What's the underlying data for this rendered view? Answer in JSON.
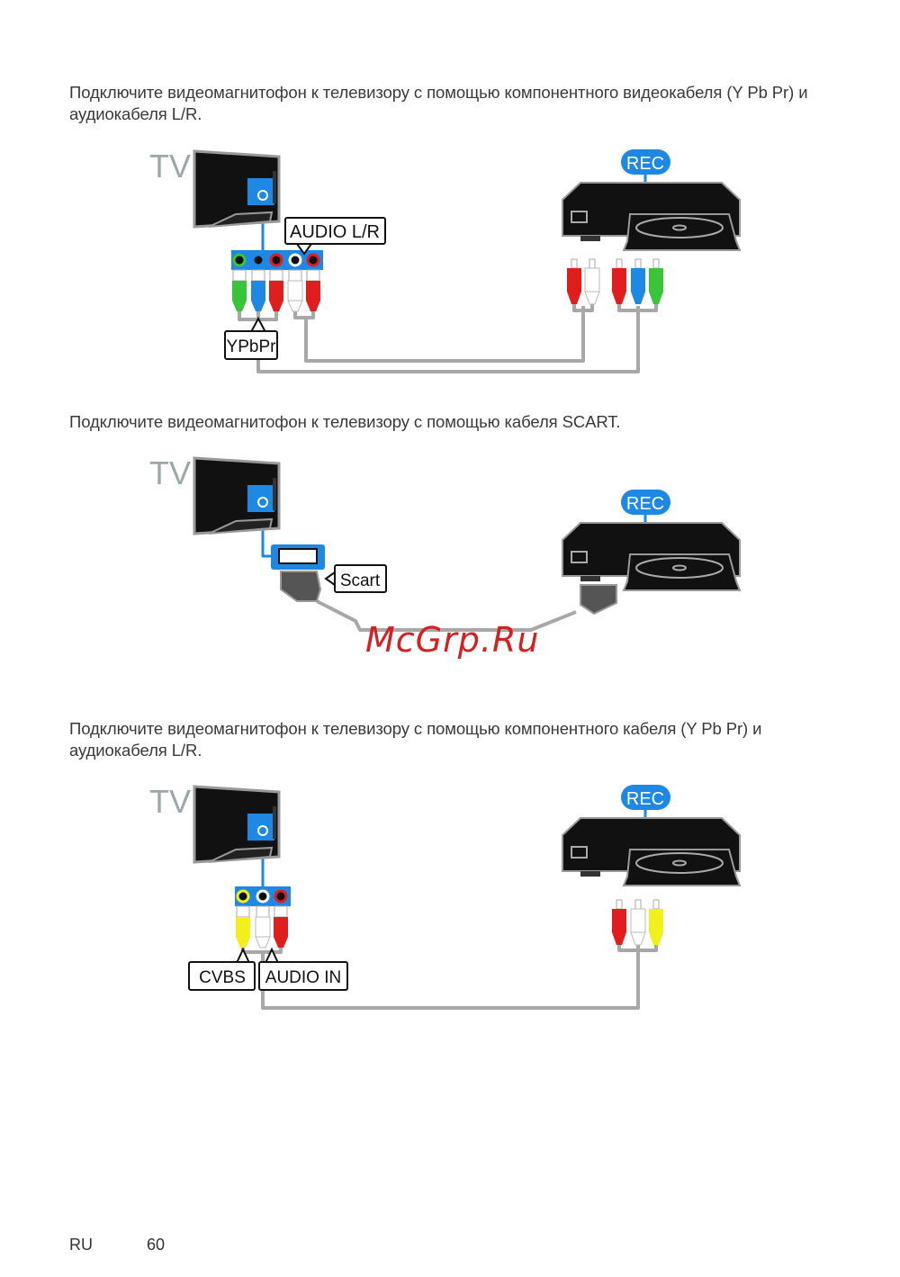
{
  "sections": [
    {
      "instruction": "Подключите видеомагнитофон к телевизору с помощью компонентного видеокабеля (Y Pb Pr) и аудиокабеля L/R.",
      "tv_label": "TV",
      "device_label": "REC",
      "labels": {
        "audio": "AUDIO L/R",
        "video": "YPbPr"
      }
    },
    {
      "instruction": "Подключите видеомагнитофон к телевизору с помощью кабеля SCART.",
      "tv_label": "TV",
      "device_label": "REC",
      "labels": {
        "scart": "Scart"
      }
    },
    {
      "instruction": "Подключите видеомагнитофон к телевизору с помощью компонентного кабеля (Y Pb Pr) и аудиокабеля L/R.",
      "tv_label": "TV",
      "device_label": "REC",
      "labels": {
        "video": "CVBS",
        "audio": "AUDIO IN"
      }
    }
  ],
  "watermark": "McGrp.Ru",
  "footer": {
    "language": "RU",
    "page_number": "60"
  },
  "colors": {
    "blue": "#1e88e5",
    "green": "#3ac43a",
    "red": "#e01e1e",
    "white": "#ffffff",
    "yellow": "#f2ef1a",
    "cable": "#a8a8a8"
  }
}
